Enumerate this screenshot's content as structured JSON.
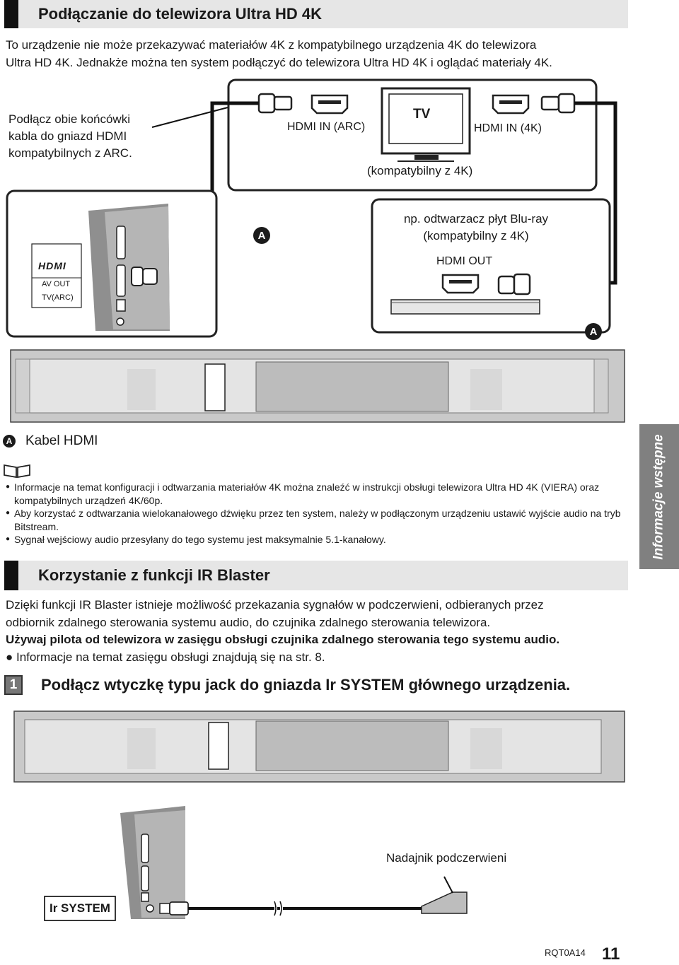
{
  "section1": {
    "title": "Podłączanie do telewizora Ultra HD 4K",
    "intro_line1": "To urządzenie nie może przekazywać materiałów 4K z kompatybilnego urządzenia 4K do telewizora",
    "intro_line2": "Ultra HD 4K. Jednakże można ten system podłączyć do telewizora Ultra HD 4K i oglądać materiały 4K."
  },
  "diagram1": {
    "instruction_line1": "Podłącz obie końcówki",
    "instruction_line2": "kabla do gniazd HDMI",
    "instruction_line3": "kompatybilnych z ARC.",
    "tv_label": "TV",
    "tv_hdmi_arc": "HDMI IN (ARC)",
    "tv_hdmi_4k": "HDMI IN (4K)",
    "tv_compat": "(kompatybilny z 4K)",
    "cable_marker": "A",
    "player_line1": "np. odtwarzacz płyt Blu-ray",
    "player_line2": "(kompatybilny z 4K)",
    "player_hdmi_out": "HDMI OUT",
    "hdmi_logo": "HDMI",
    "av_out": "AV OUT",
    "tv_arc": "TV(ARC)"
  },
  "legend": {
    "marker": "A",
    "text": "Kabel HDMI"
  },
  "notes": [
    "Informacje na temat konfiguracji i odtwarzania materiałów 4K można znaleźć w instrukcji obsługi telewizora Ultra HD 4K (VIERA) oraz kompatybilnych urządzeń 4K/60p.",
    "Aby korzystać z odtwarzania wielokanałowego dźwięku przez ten system, należy w podłączonym urządzeniu ustawić wyjście audio na tryb Bitstream.",
    "Sygnał wejściowy audio przesyłany do tego systemu jest maksymalnie 5.1-kanałowy."
  ],
  "side_tab": "Informacje wstępne",
  "section2": {
    "title": "Korzystanie z funkcji IR Blaster",
    "para_line1": "Dzięki funkcji IR Blaster istnieje możliwość przekazania sygnałów w podczerwieni, odbieranych przez",
    "para_line2": "odbiornik zdalnego sterowania systemu audio, do czujnika zdalnego sterowania telewizora.",
    "bold_line": "Używaj pilota od telewizora w zasięgu obsługi czujnika zdalnego sterowania tego systemu audio.",
    "ref_line": "Informacje na temat zasięgu obsługi znajdują się na str. 8."
  },
  "step1": {
    "number": "1",
    "text": "Podłącz wtyczkę typu jack do gniazda Ir SYSTEM głównego urządzenia."
  },
  "diagram2": {
    "ir_system": "Ir SYSTEM",
    "emitter": "Nadajnik podczerwieni"
  },
  "footer": {
    "code": "RQT0A14",
    "page": "11"
  }
}
